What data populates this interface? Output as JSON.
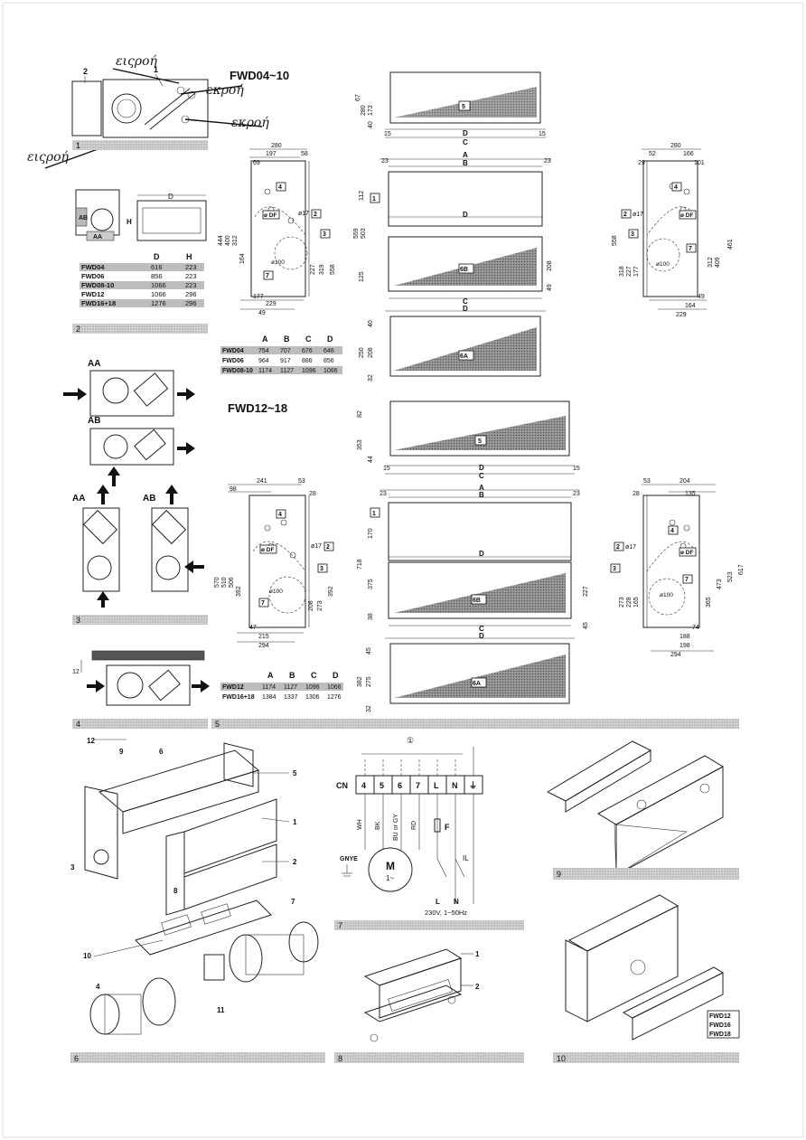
{
  "handwriting": [
    "ειςροή",
    "εκροή",
    "εκροή",
    "ειςροή"
  ],
  "models": {
    "top": "FWD04~10",
    "bottom": "FWD12~18"
  },
  "section_numbers": [
    "1",
    "2",
    "3",
    "4",
    "5",
    "6",
    "7",
    "8",
    "9",
    "10"
  ],
  "labels": {
    "callout_2": "2",
    "callout_1": "1",
    "aa": "AA",
    "ab": "AB",
    "d": "D",
    "h": "H",
    "a": "A",
    "b": "B",
    "c": "C",
    "box_4": "4",
    "box_2": "2",
    "box_3": "3",
    "box_7": "7",
    "box_6a": "6A",
    "box_6b": "6B",
    "box_5": "5",
    "box_1": "1",
    "phi_df": "ø DF",
    "phi17": "ø17",
    "phi100": "ø100"
  },
  "table_dh": {
    "headers": [
      "",
      "D",
      "H"
    ],
    "rows": [
      [
        "FWD04",
        "616",
        "223"
      ],
      [
        "FWD06",
        "856",
        "223"
      ],
      [
        "FWD08-10",
        "1066",
        "223"
      ],
      [
        "FWD12",
        "1066",
        "296"
      ],
      [
        "FWD16+18",
        "1276",
        "296"
      ]
    ]
  },
  "table_abcd_top": {
    "headers": [
      "",
      "A",
      "B",
      "C",
      "D"
    ],
    "rows": [
      [
        "FWD04",
        "754",
        "707",
        "676",
        "646"
      ],
      [
        "FWD06",
        "964",
        "917",
        "886",
        "856"
      ],
      [
        "FWD08-10",
        "1174",
        "1127",
        "1096",
        "1066"
      ]
    ]
  },
  "table_abcd_bottom": {
    "headers": [
      "",
      "A",
      "B",
      "C",
      "D"
    ],
    "rows": [
      [
        "FWD12",
        "1174",
        "1127",
        "1096",
        "1066"
      ],
      [
        "FWD16+18",
        "1384",
        "1337",
        "1306",
        "1276"
      ]
    ]
  },
  "dims_top_side": [
    "280",
    "197",
    "69",
    "58",
    "444",
    "400",
    "312",
    "164",
    "229",
    "49",
    "177",
    "227",
    "319",
    "558"
  ],
  "dims_top_front": [
    "67",
    "173",
    "280",
    "40",
    "15",
    "15",
    "23",
    "23",
    "112",
    "125",
    "559",
    "503",
    "208",
    "49",
    "40",
    "208",
    "250",
    "32"
  ],
  "dims_top_right": [
    "280",
    "166",
    "52",
    "29",
    "101",
    "558",
    "318",
    "227",
    "177",
    "312",
    "409",
    "461",
    "49",
    "164",
    "229"
  ],
  "dims_bottom_side": [
    "241",
    "98",
    "53",
    "28",
    "570",
    "510",
    "506",
    "392",
    "215",
    "294",
    "47",
    "208",
    "273",
    "392"
  ],
  "dims_bottom_front": [
    "82",
    "353",
    "44",
    "15",
    "15",
    "23",
    "23",
    "170",
    "718",
    "375",
    "227",
    "38",
    "45",
    "382",
    "275",
    "45",
    "32"
  ],
  "dims_bottom_right": [
    "204",
    "53",
    "28",
    "135",
    "617",
    "523",
    "473",
    "365",
    "273",
    "228",
    "165",
    "188",
    "198",
    "294",
    "74"
  ],
  "side_12": "12",
  "wiring": {
    "cn": "CN",
    "terminals": [
      "4",
      "5",
      "6",
      "7",
      "L",
      "N",
      "⏚"
    ],
    "wires": [
      "WH",
      "BK",
      "BU or GY",
      "RD"
    ],
    "fuse": "F",
    "gnd": "GNYE",
    "motor": "M",
    "motor_sub": "1~",
    "il": "IL",
    "l": "L",
    "n": "N",
    "supply": "230V, 1~50Hz",
    "circle": "①"
  },
  "exploded": {
    "callouts": [
      "12",
      "9",
      "6",
      "5",
      "1",
      "2",
      "3",
      "8",
      "7",
      "10",
      "4",
      "11"
    ]
  },
  "filter_callouts": [
    "1",
    "2"
  ],
  "model_tags": [
    "FWD12",
    "FWD16",
    "FWD18"
  ]
}
